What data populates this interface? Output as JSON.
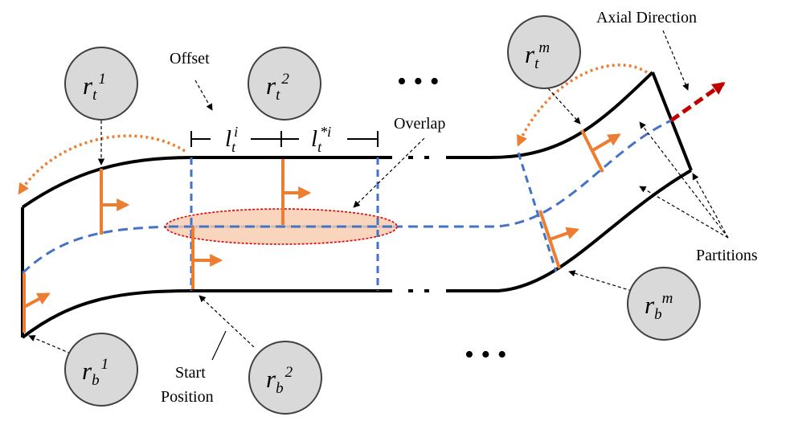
{
  "labels": {
    "offset": "Offset",
    "overlap": "Overlap",
    "axial_direction": "Axial Direction",
    "partitions": "Partitions",
    "start_position_line1": "Start",
    "start_position_line2": "Position",
    "ellipsis_top": "• • •",
    "ellipsis_bottom": "• • •",
    "gap_dots_top": "• •",
    "gap_dots_bottom": "• •"
  },
  "lengths": {
    "l1": {
      "base": "l",
      "sub": "t",
      "sup": "i"
    },
    "l2": {
      "base": "l",
      "sub": "t",
      "sup": "*i"
    }
  },
  "robots": {
    "rt1": {
      "base": "r",
      "sub": "t",
      "sup": "1"
    },
    "rt2": {
      "base": "r",
      "sub": "t",
      "sup": "2"
    },
    "rtm": {
      "base": "r",
      "sub": "t",
      "sup": "m"
    },
    "rb1": {
      "base": "r",
      "sub": "b",
      "sup": "1"
    },
    "rb2": {
      "base": "r",
      "sub": "b",
      "sup": "2"
    },
    "rbm": {
      "base": "r",
      "sub": "b",
      "sup": "m"
    }
  },
  "colors": {
    "outline": "#000000",
    "centerline": "#4472C4",
    "frames": "#ED7D31",
    "overlap_fill": "#F8CBAD",
    "overlap_border": "#E00000",
    "axial_arrow": "#C00000",
    "circle_fill": "#D9D9D9",
    "circle_stroke": "#404040"
  }
}
